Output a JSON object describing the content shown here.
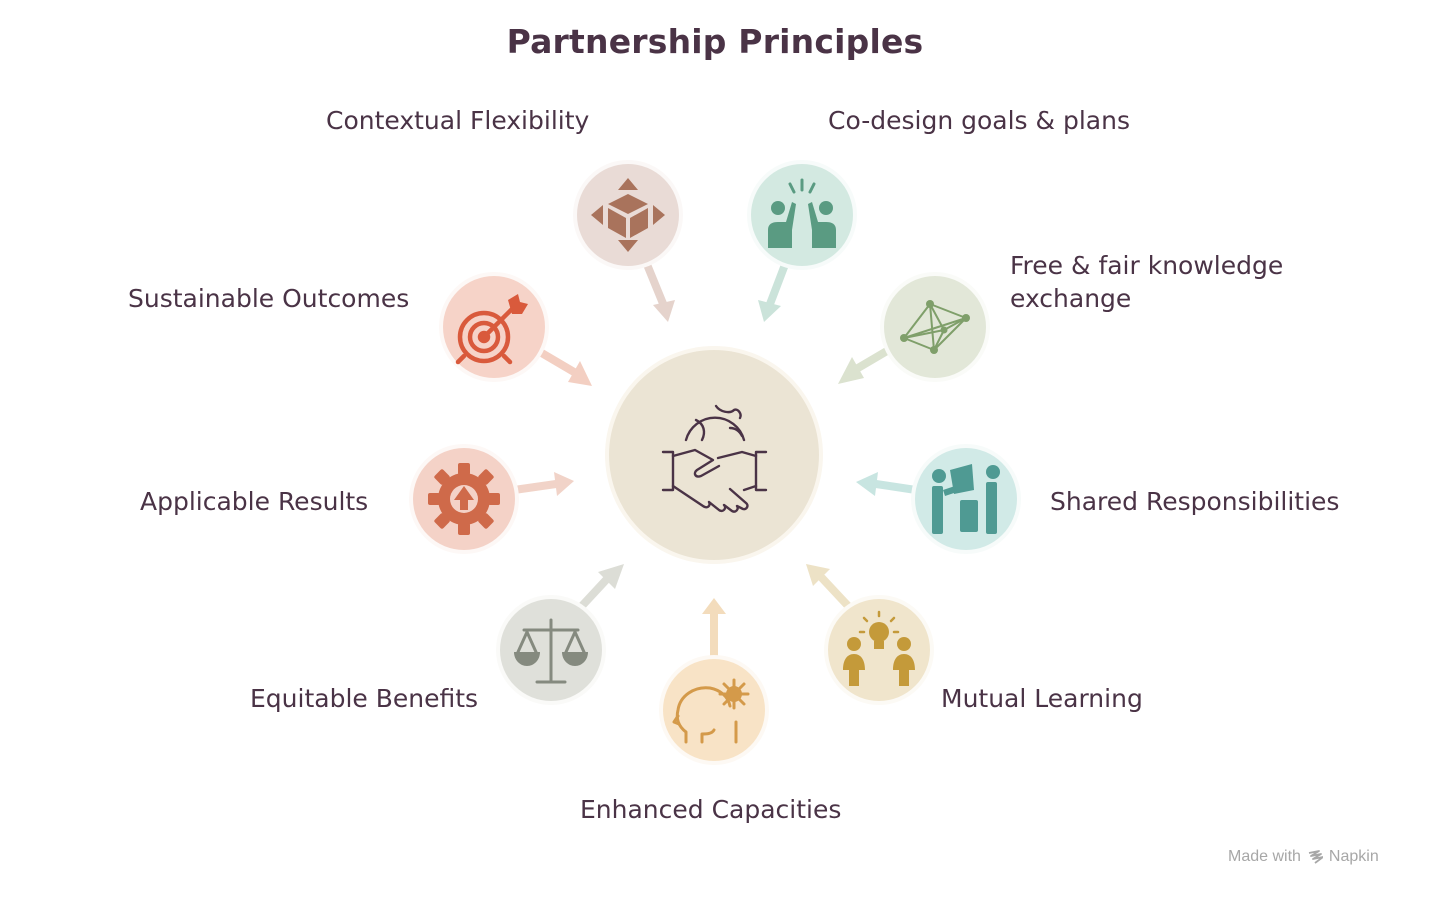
{
  "title": "Partnership Principles",
  "center": {
    "icon": "handshake-globe-icon"
  },
  "principles": [
    {
      "label": "Contextual Flexibility",
      "icon": "cube-arrows-icon",
      "color": "#a9735c",
      "bg": "#e9dbd6"
    },
    {
      "label": "Co-design goals & plans",
      "icon": "high-five-icon",
      "color": "#5a9b82",
      "bg": "#d3e9e1"
    },
    {
      "label": "Free & fair knowledge exchange",
      "icon": "network-icon",
      "color": "#7f9f6a",
      "bg": "#e2e7d8"
    },
    {
      "label": "Shared Responsibilities",
      "icon": "people-sharing-icon",
      "color": "#4f9a93",
      "bg": "#d1eae7"
    },
    {
      "label": "Mutual Learning",
      "icon": "people-lightbulb-icon",
      "color": "#c49a3a",
      "bg": "#f0e5cc"
    },
    {
      "label": "Enhanced Capacities",
      "icon": "head-gear-icon",
      "color": "#d49a4a",
      "bg": "#f8e3c6"
    },
    {
      "label": "Equitable Benefits",
      "icon": "scales-icon",
      "color": "#858a7f",
      "bg": "#dfe0da"
    },
    {
      "label": "Applicable Results",
      "icon": "gear-arrow-icon",
      "color": "#cf6a4a",
      "bg": "#f4d2c7"
    },
    {
      "label": "Sustainable Outcomes",
      "icon": "target-icon",
      "color": "#d95a3c",
      "bg": "#f6d3c8"
    }
  ],
  "credit": {
    "prefix": "Made with",
    "brand": "Napkin"
  }
}
